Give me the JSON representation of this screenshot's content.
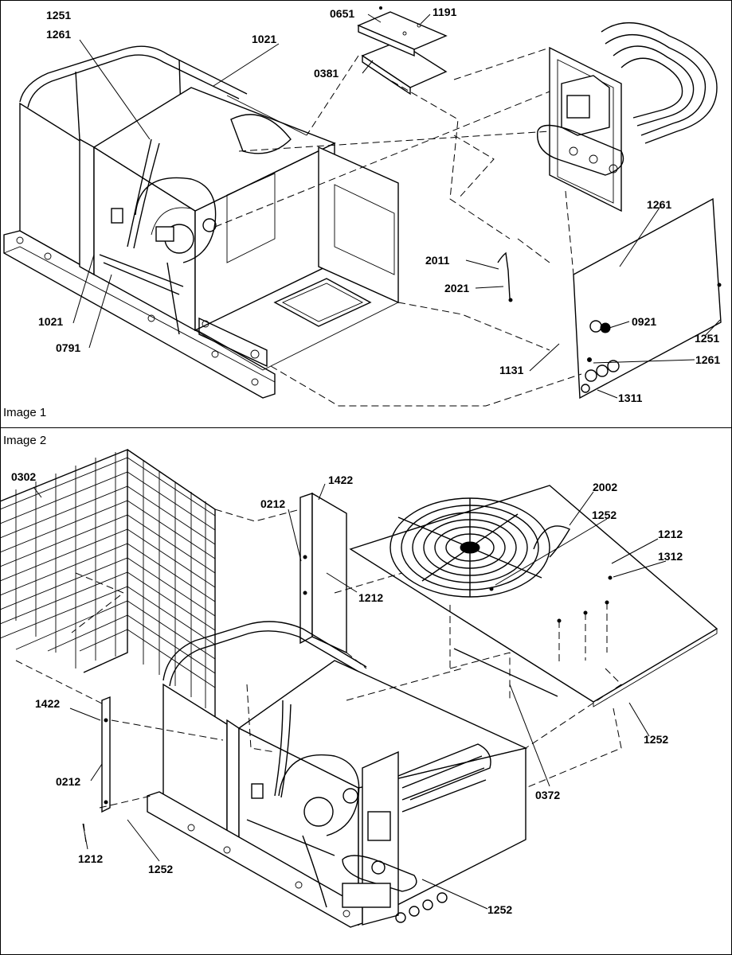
{
  "panels": [
    {
      "title": "Image 1",
      "callouts": [
        {
          "id": "c1",
          "label": "1251"
        },
        {
          "id": "c2",
          "label": "1261"
        },
        {
          "id": "c3",
          "label": "1021"
        },
        {
          "id": "c4",
          "label": "0651"
        },
        {
          "id": "c5",
          "label": "1191"
        },
        {
          "id": "c6",
          "label": "0381"
        },
        {
          "id": "c7",
          "label": "1261"
        },
        {
          "id": "c8",
          "label": "2011"
        },
        {
          "id": "c9",
          "label": "2021"
        },
        {
          "id": "c10",
          "label": "0921"
        },
        {
          "id": "c11",
          "label": "1251"
        },
        {
          "id": "c12",
          "label": "1131"
        },
        {
          "id": "c13",
          "label": "1261"
        },
        {
          "id": "c14",
          "label": "1311"
        },
        {
          "id": "c15",
          "label": "1021"
        },
        {
          "id": "c16",
          "label": "0791"
        }
      ]
    },
    {
      "title": "Image 2",
      "callouts": [
        {
          "id": "d1",
          "label": "0302"
        },
        {
          "id": "d2",
          "label": "1422"
        },
        {
          "id": "d3",
          "label": "0212"
        },
        {
          "id": "d4",
          "label": "1212"
        },
        {
          "id": "d5",
          "label": "2002"
        },
        {
          "id": "d6",
          "label": "1252"
        },
        {
          "id": "d7",
          "label": "1212"
        },
        {
          "id": "d8",
          "label": "1312"
        },
        {
          "id": "d9",
          "label": "1422"
        },
        {
          "id": "d10",
          "label": "0212"
        },
        {
          "id": "d11",
          "label": "1212"
        },
        {
          "id": "d12",
          "label": "1252"
        },
        {
          "id": "d13",
          "label": "1252"
        },
        {
          "id": "d14",
          "label": "0372"
        },
        {
          "id": "d15",
          "label": "1252"
        }
      ]
    }
  ]
}
